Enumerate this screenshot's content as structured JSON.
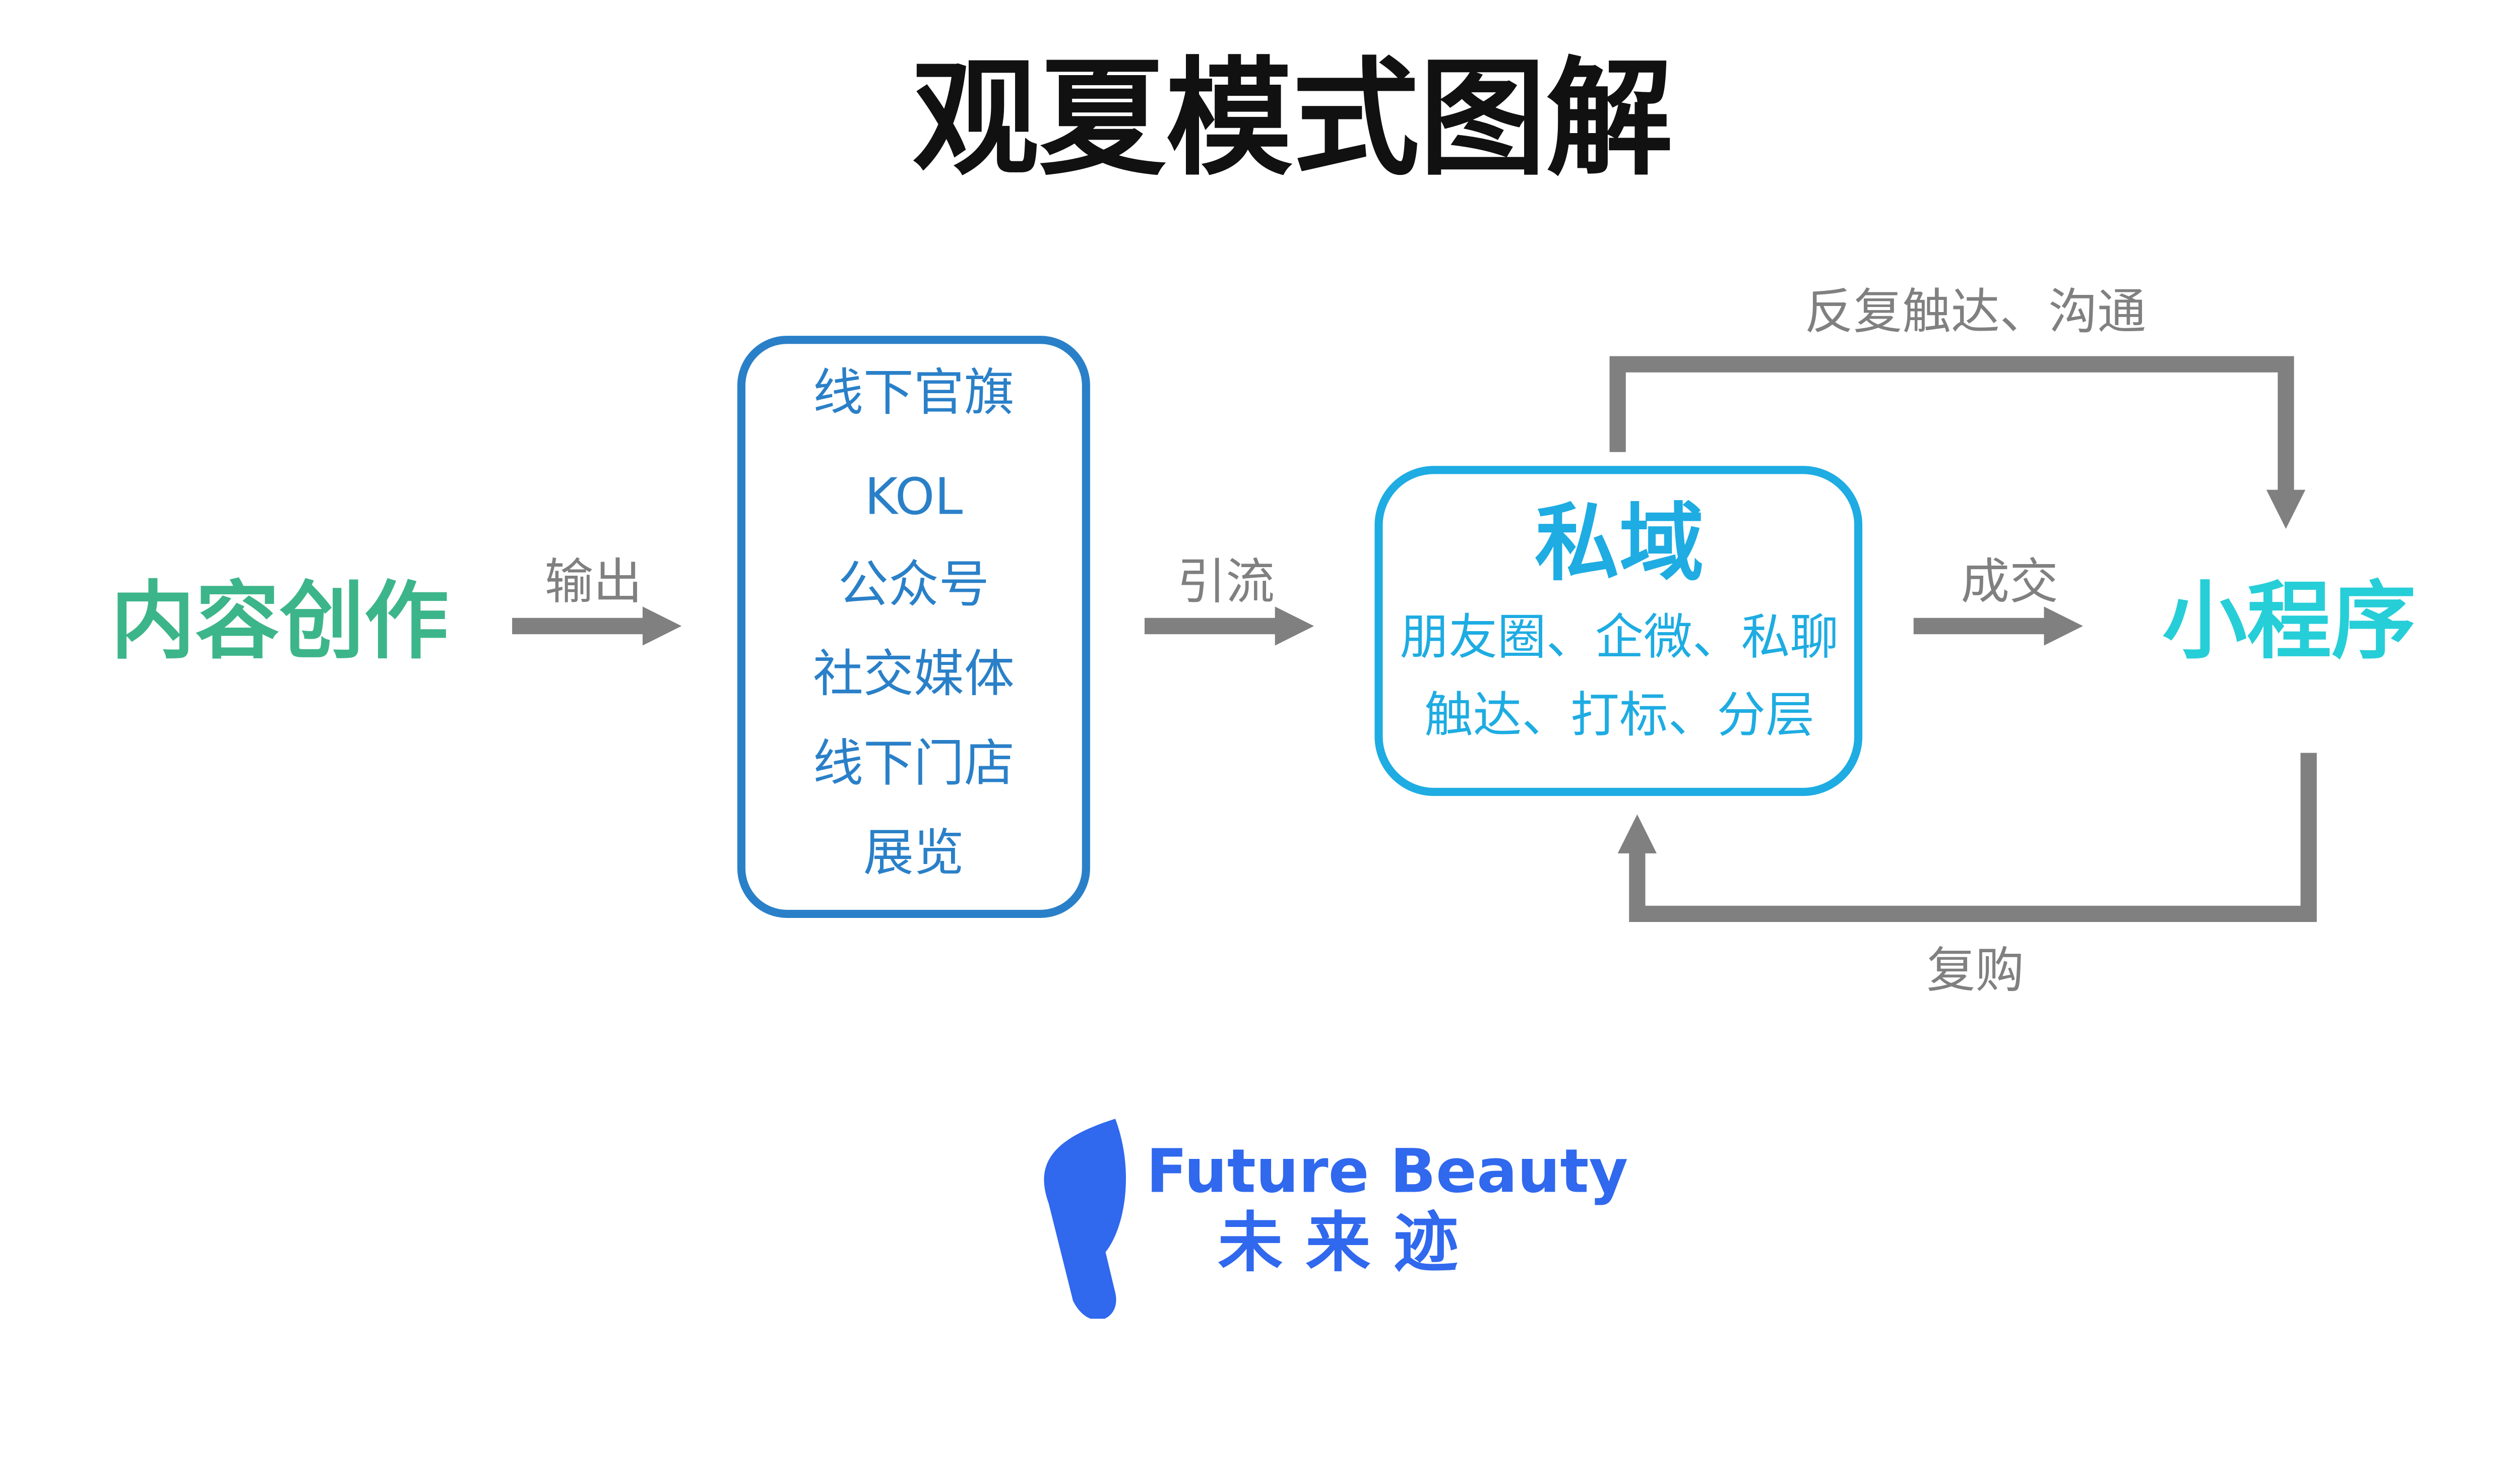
{
  "title": "观夏模式图解",
  "colors": {
    "content": "#3DB58B",
    "channels": "#2A80C8",
    "private_domain": "#1EACE2",
    "mini_program": "#26CED8",
    "arrow": "#808080",
    "logo": "#3068EE"
  },
  "nodes": {
    "content_creation": "内容创作",
    "channels": [
      "线下官旗",
      "KOL",
      "公众号",
      "社交媒体",
      "线下门店",
      "展览"
    ],
    "private_domain": {
      "title": "私域",
      "lines": [
        "朋友圈、企微、私聊",
        "触达、打标、分层"
      ]
    },
    "mini_program": "小程序"
  },
  "edges": {
    "output": "输出",
    "drain": "引流",
    "deal": "成交",
    "reach": "反复触达、沟通",
    "repurchase": "复购"
  },
  "logo": {
    "en": "Future Beauty",
    "cn": "未来迹"
  }
}
